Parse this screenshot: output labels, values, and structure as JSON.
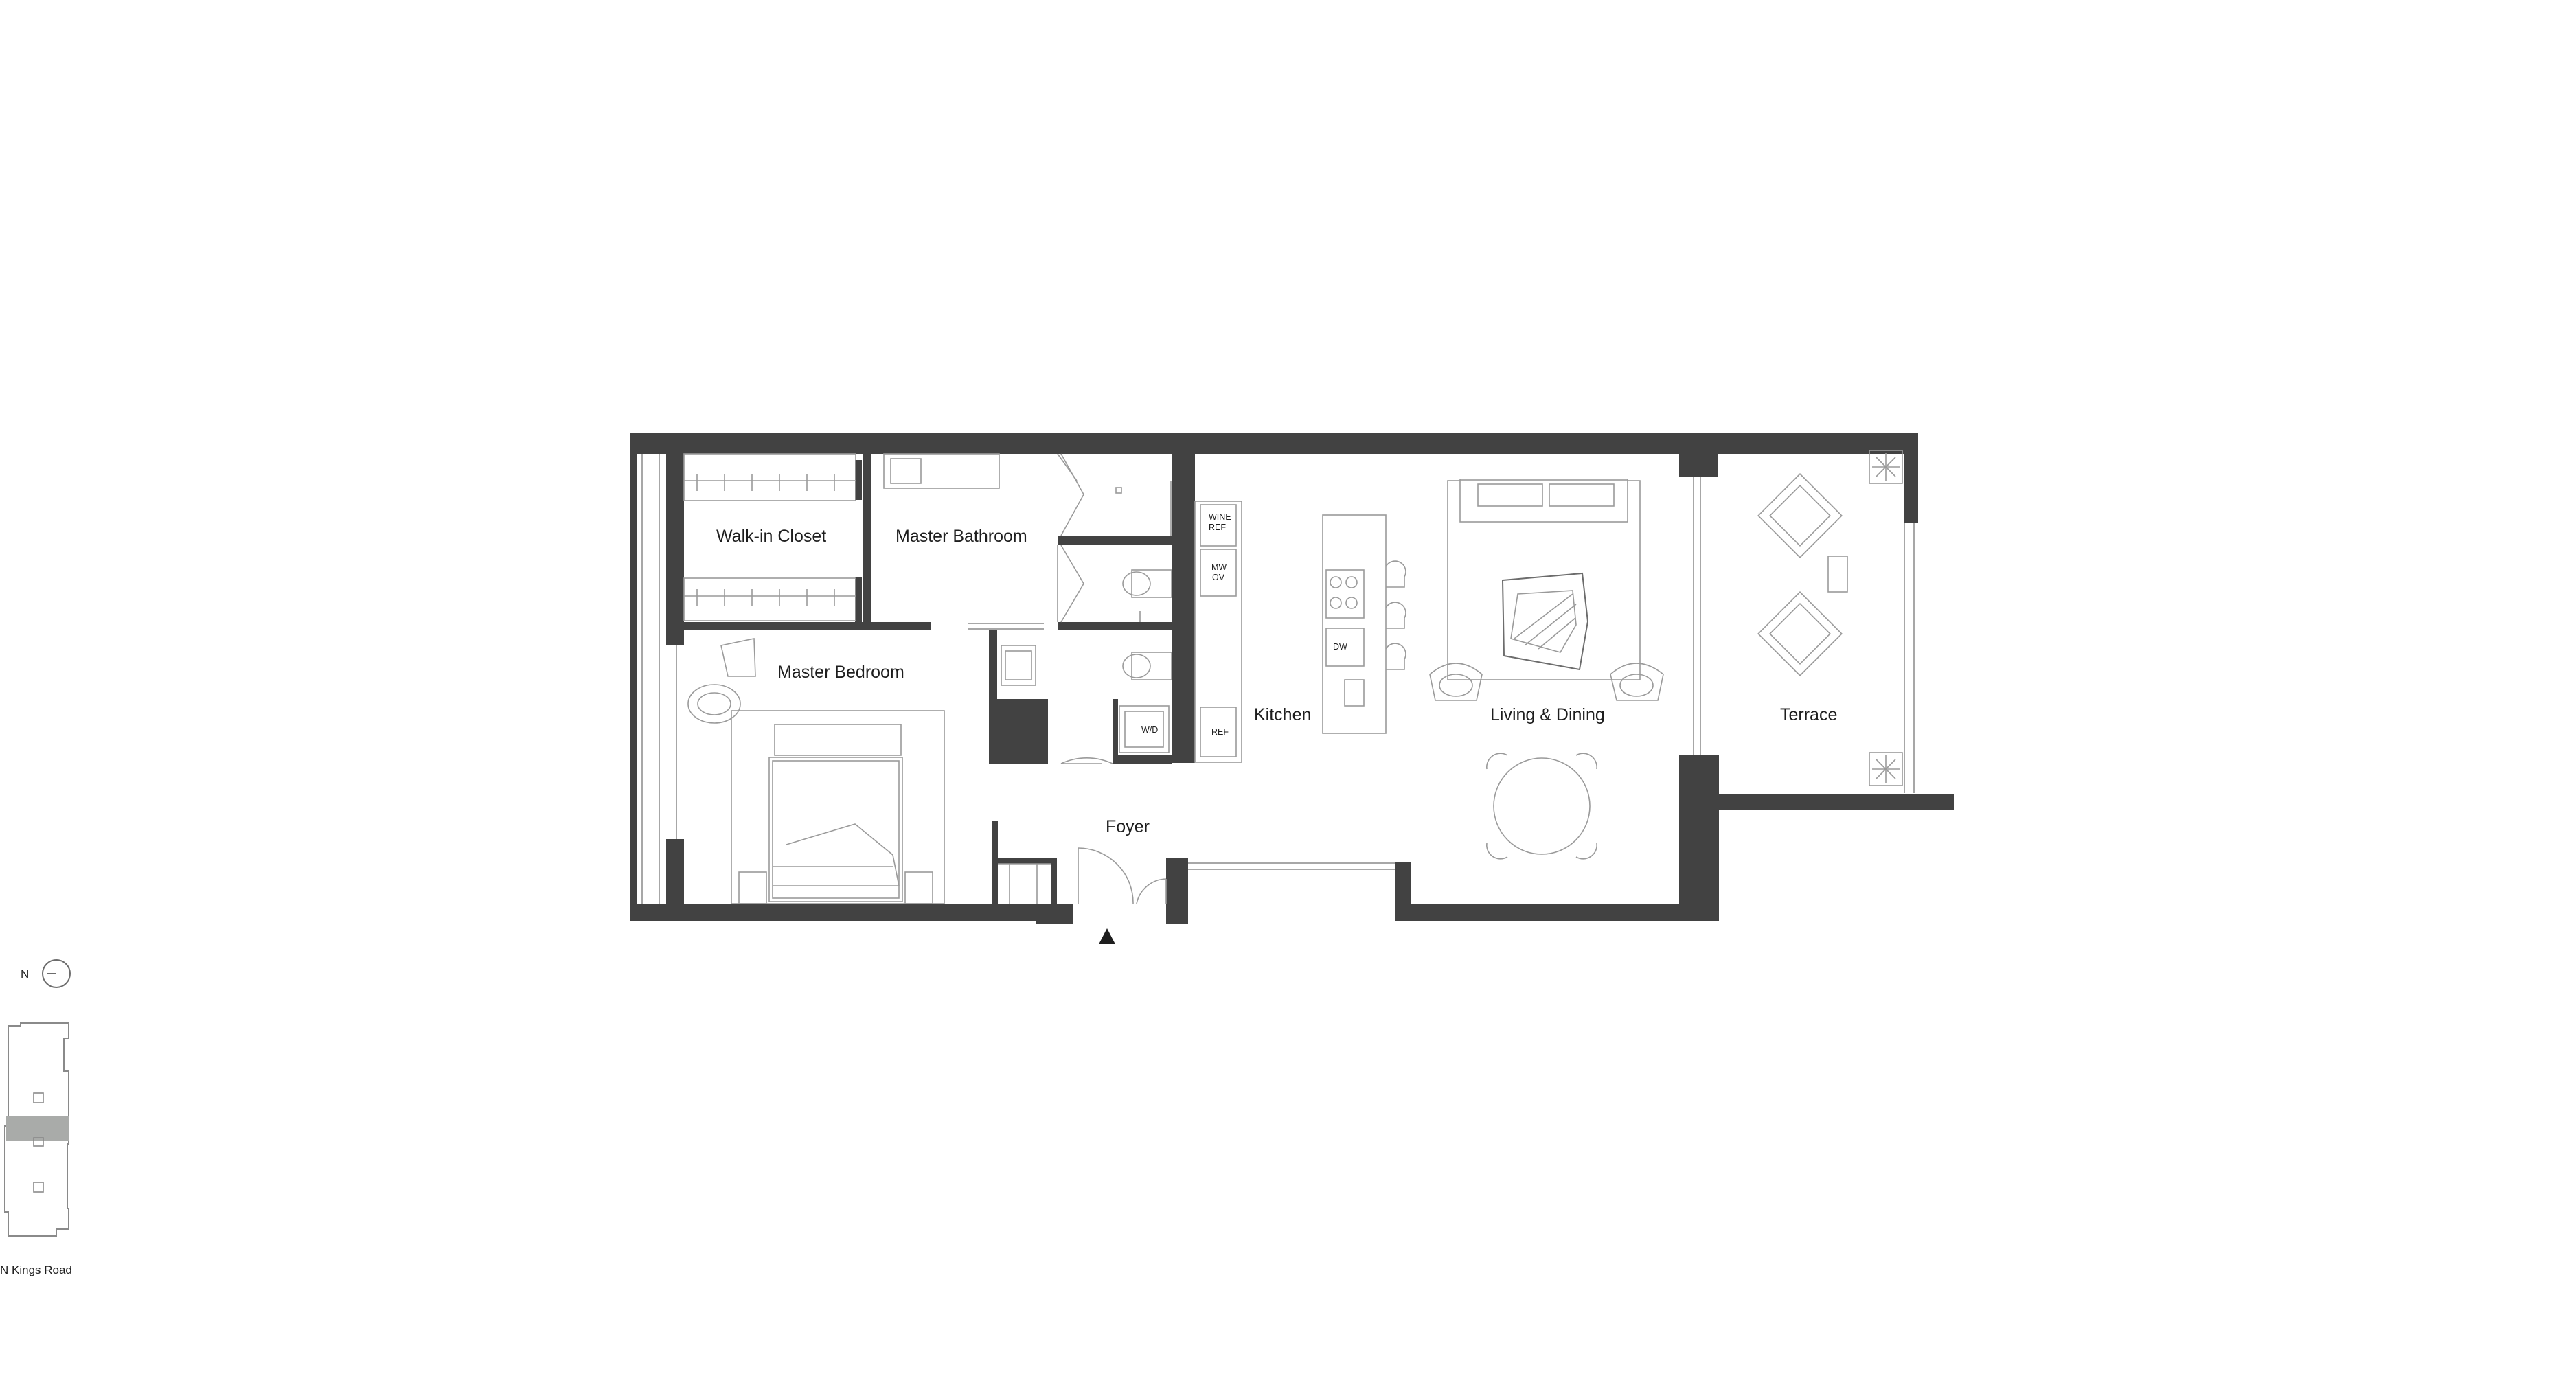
{
  "rooms": {
    "walk_in_closet": "Walk-in Closet",
    "master_bathroom": "Master Bathroom",
    "master_bedroom": "Master Bedroom",
    "kitchen": "Kitchen",
    "living_dining": "Living & Dining",
    "terrace": "Terrace",
    "foyer": "Foyer"
  },
  "appliances": {
    "wine_ref_line1": "WINE",
    "wine_ref_line2": "REF",
    "mw_ov_line1": "MW",
    "mw_ov_line2": "OV",
    "dw": "DW",
    "ref": "REF",
    "wd": "W/D"
  },
  "key_plan": {
    "north": "N",
    "street": "N Kings Road"
  },
  "colors": {
    "wall": "#424242",
    "furniture_line": "#9a9a9a",
    "highlight_unit": "#a9aba9"
  }
}
